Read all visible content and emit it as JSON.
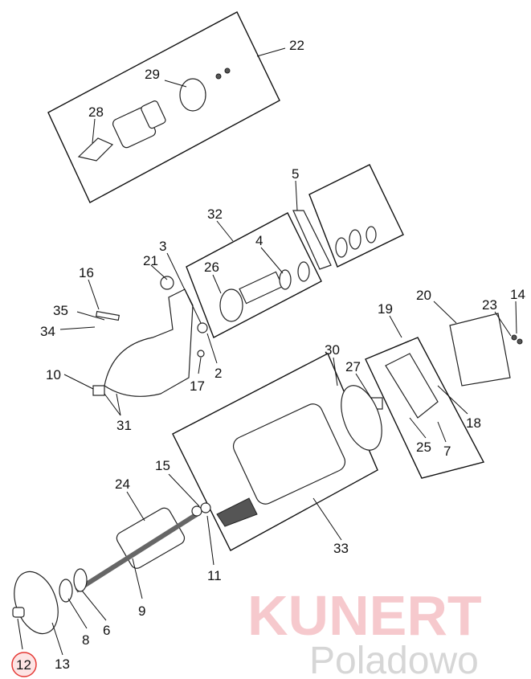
{
  "watermark": {
    "brand": "KUNERT",
    "suffix": "Poladowo"
  },
  "highlight_color": "#e53935",
  "highlighted_part": "12",
  "labels": {
    "p22": "22",
    "p29": "29",
    "p28": "28",
    "p5": "5",
    "p32": "32",
    "p3": "3",
    "p4": "4",
    "p21": "21",
    "p16": "16",
    "p26": "26",
    "p35": "35",
    "p34": "34",
    "p20": "20",
    "p14": "14",
    "p23": "23",
    "p19": "19",
    "p30": "30",
    "p27": "27",
    "p10": "10",
    "p17": "17",
    "p2": "2",
    "p31": "31",
    "p18": "18",
    "p25": "25",
    "p7": "7",
    "p15": "15",
    "p24": "24",
    "p33": "33",
    "p11": "11",
    "p9": "9",
    "p6": "6",
    "p8": "8",
    "p13": "13",
    "p12": "12"
  }
}
